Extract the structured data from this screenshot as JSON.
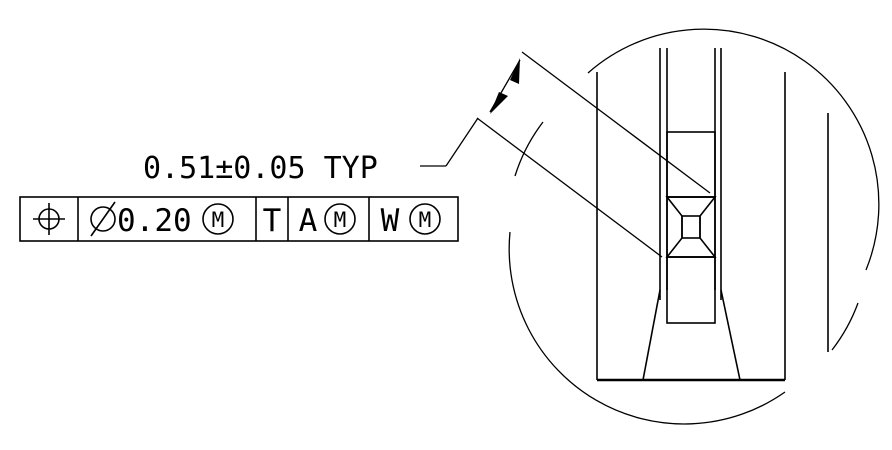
{
  "dimension": {
    "text": "0.51±0.05 TYP"
  },
  "feature_control_frame": {
    "symbol": "true-position-icon",
    "tolerance_prefix": "⌀",
    "tolerance_value": "0.20",
    "tolerance_modifier": "M",
    "datums": [
      {
        "letter": "T",
        "modifier": ""
      },
      {
        "letter": "A",
        "modifier": "M"
      },
      {
        "letter": "W",
        "modifier": "M"
      }
    ]
  },
  "colors": {
    "line": "#000000",
    "background": "#ffffff"
  }
}
